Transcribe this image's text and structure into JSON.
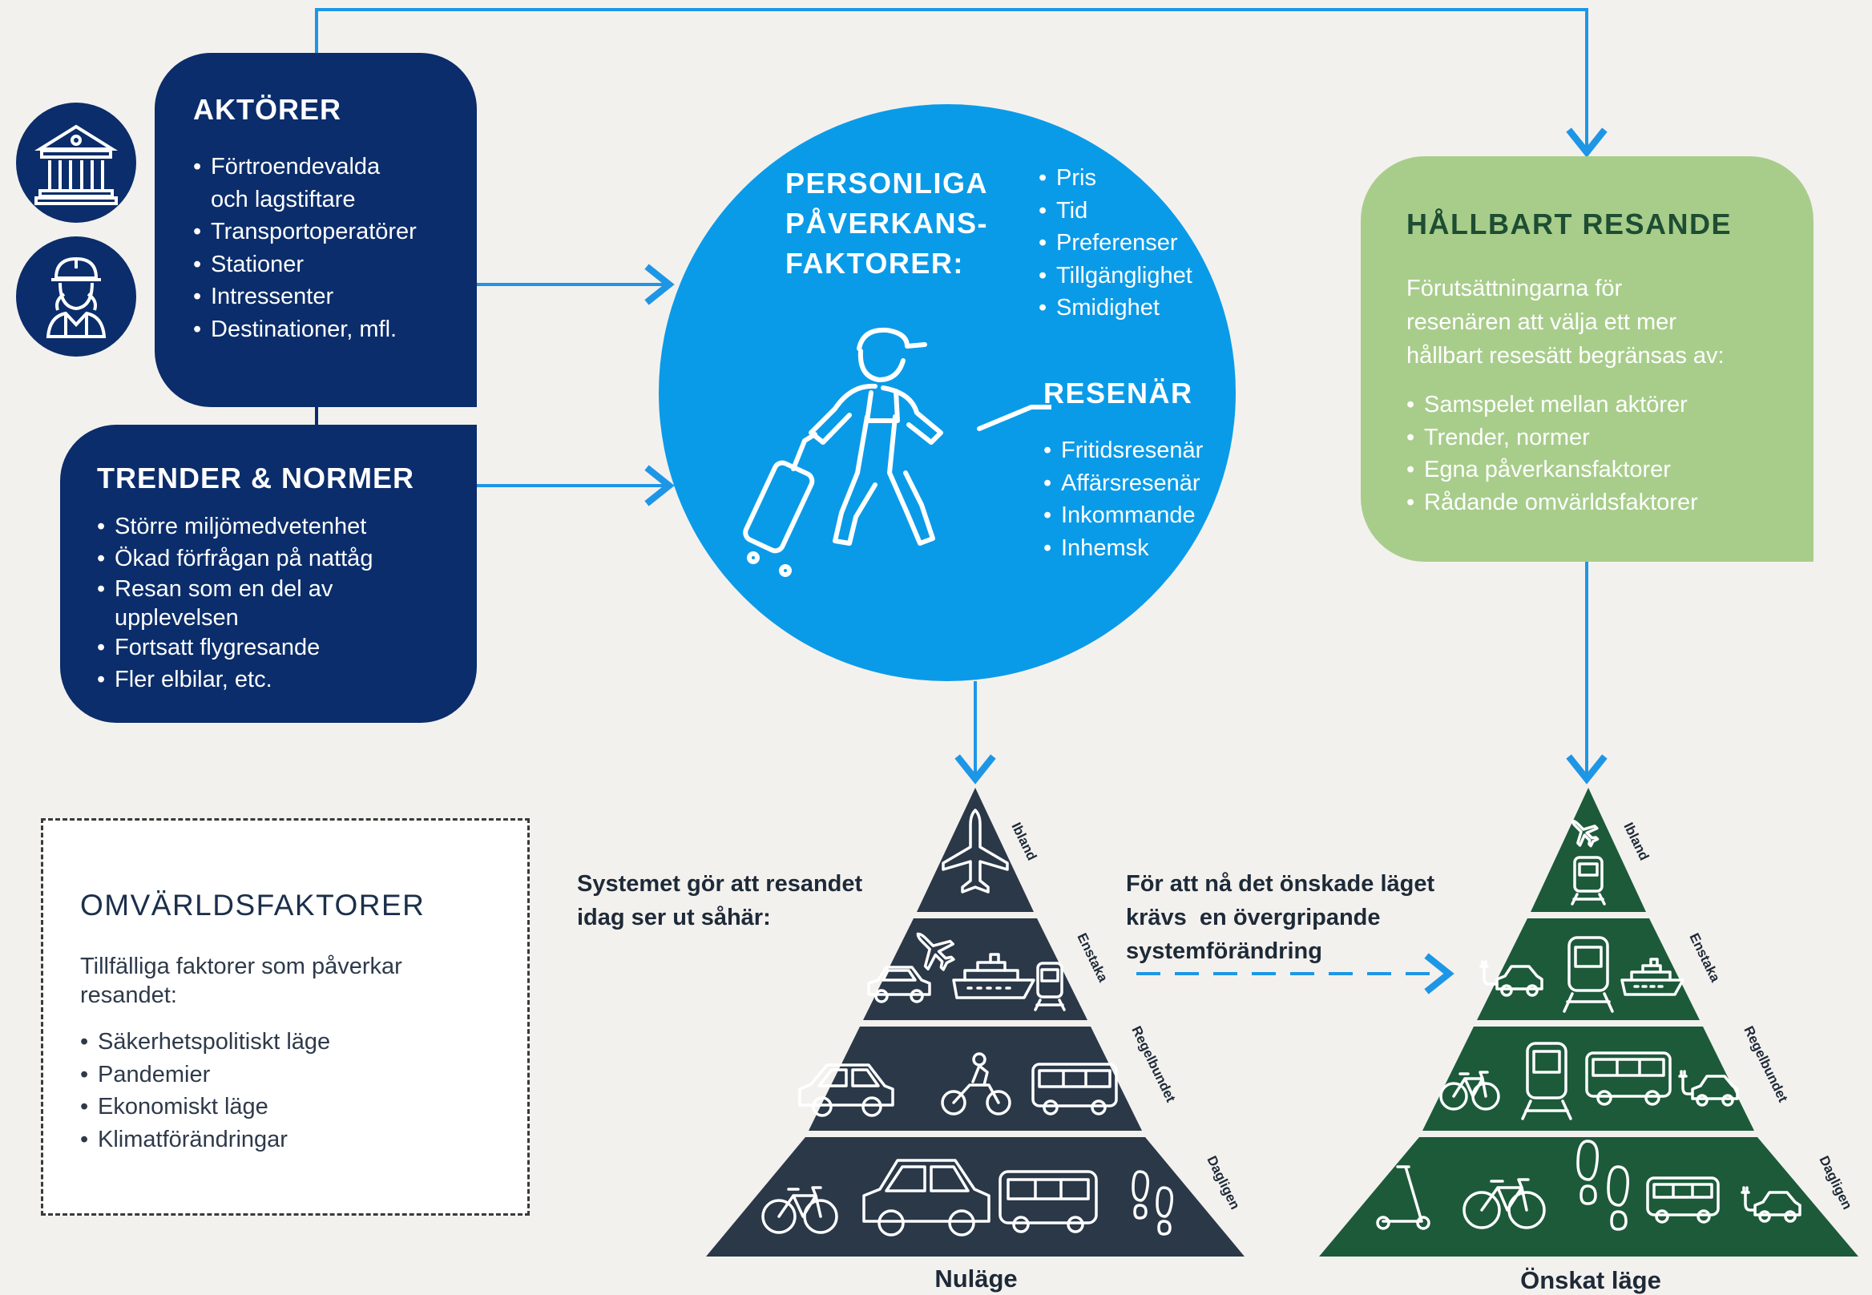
{
  "colors": {
    "navy": "#0b2d6b",
    "blue": "#0a9be8",
    "green_light": "#a8cd8b",
    "green_dark": "#1c5a3a",
    "slate": "#2a3848",
    "arrow": "#1e96e6"
  },
  "aktorer": {
    "title": "AKTÖRER",
    "items": [
      "Förtroendevalda",
      "och lagstiftare",
      "Transportoperatörer",
      "Stationer",
      "Intressenter",
      "Destinationer, mfl."
    ],
    "icons": [
      "government-building-icon",
      "worker-icon"
    ]
  },
  "trender": {
    "title": "TRENDER & NORMER",
    "items": [
      "Större miljömedvetenhet",
      "Ökad förfrågan på nattåg",
      "Resan som en del av",
      "upplevelsen",
      "Fortsatt flygresande",
      "Fler elbilar, etc."
    ]
  },
  "personal": {
    "title_lines": [
      "PERSONLIGA",
      "PÅVERKANS-",
      "FAKTORER:"
    ],
    "factors": [
      "Pris",
      "Tid",
      "Preferenser",
      "Tillgänglighet",
      "Smidighet"
    ],
    "resenar_title": "RESENÄR",
    "resenar_items": [
      "Fritidsresenär",
      "Affärsresenär",
      "Inkommande",
      "Inhemsk"
    ],
    "icon": "traveler-with-suitcase-icon"
  },
  "hallbart": {
    "title": "HÅLLBART RESANDE",
    "description_lines": [
      "Förutsättningarna för",
      "resenären att välja ett mer",
      "hållbart resesätt begränsas av:"
    ],
    "items": [
      "Samspelet mellan aktörer",
      "Trender, normer",
      "Egna påverkansfaktorer",
      "Rådande omvärldsfaktorer"
    ]
  },
  "omvarld": {
    "title": "OMVÄRLDSFAKTORER",
    "description_lines": [
      "Tillfälliga faktorer som påverkar",
      "resandet:"
    ],
    "items": [
      "Säkerhetspolitiskt läge",
      "Pandemier",
      "Ekonomiskt läge",
      "Klimatförändringar"
    ]
  },
  "nulage_caption_lines": [
    "Systemet gör att resandet",
    "idag ser ut såhär:"
  ],
  "onskat_caption_lines": [
    "För att nå det önskade läget",
    "krävs  en övergripande",
    "systemförändring"
  ],
  "pyramid_levels": [
    "Ibland",
    "Enstaka",
    "Regelbundet",
    "Dagligen"
  ],
  "pyramid_nulage": {
    "label": "Nuläge",
    "tiers": [
      [
        "airplane-icon"
      ],
      [
        "airplane-icon",
        "ferry-icon",
        "car-icon",
        "train-icon"
      ],
      [
        "car-icon",
        "motorcycle-icon",
        "bus-icon"
      ],
      [
        "bicycle-icon",
        "car-icon",
        "bus-icon",
        "footsteps-icon"
      ]
    ]
  },
  "pyramid_onskat": {
    "label": "Önskat läge",
    "tiers": [
      [
        "airplane-icon",
        "train-icon"
      ],
      [
        "electric-car-icon",
        "train-icon",
        "ferry-icon"
      ],
      [
        "bicycle-icon",
        "train-icon",
        "bus-icon",
        "electric-car-icon"
      ],
      [
        "kick-scooter-icon",
        "bicycle-icon",
        "footsteps-icon",
        "bus-icon",
        "electric-car-icon"
      ]
    ]
  }
}
